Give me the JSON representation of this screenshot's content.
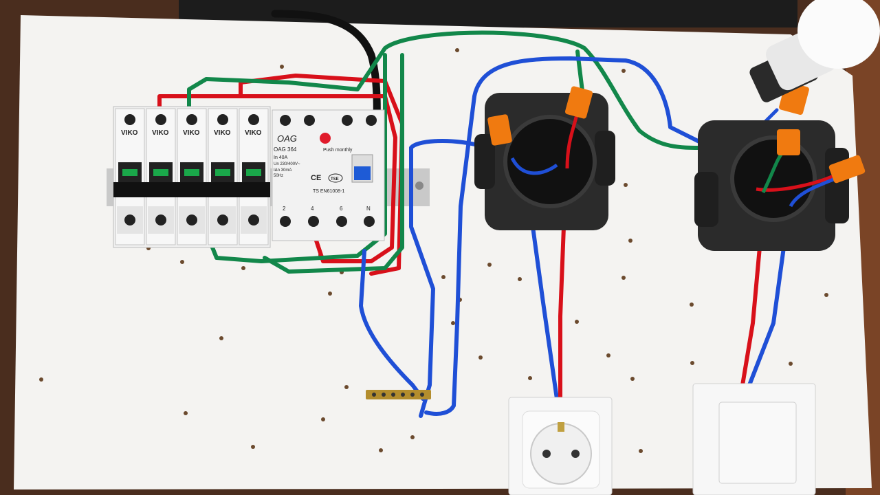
{
  "colors": {
    "board": "#f4f3f1",
    "wire_red": "#d8101a",
    "wire_blue": "#1f4fd6",
    "wire_green": "#12874a",
    "wire_black": "#111111",
    "box_plastic": "#2b2b2b",
    "wago_orange": "#f07a10"
  },
  "breakers": {
    "brand": "VIKO",
    "count": 5
  },
  "rcd": {
    "brand": "OAG",
    "model": "OAG 364",
    "rating": "In 40A",
    "voltage": "Un 230/400V~",
    "sensitivity": "IΔn 30mA",
    "frequency": "50Hz",
    "test_label": "Push monthly",
    "standard": "TS EN61008-1",
    "ce_mark": "CE",
    "tse_mark": "TSE",
    "terminal_numbers": [
      "2",
      "4",
      "6",
      "N"
    ]
  },
  "icons": [
    "light-bulb",
    "power-socket",
    "rocker-switch",
    "junction-box",
    "wago-connector",
    "terminal-bar"
  ]
}
